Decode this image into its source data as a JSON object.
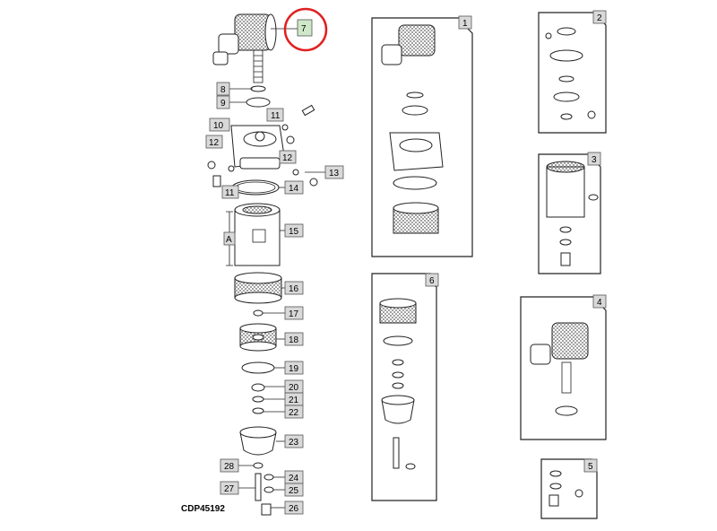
{
  "diagram": {
    "drawing_code": "CDP45192",
    "dimension_label": "A",
    "highlight_color": "#e02020",
    "callout_box_color": "#d9d9d9",
    "highlight_callout_color": "#cfe8c8",
    "callouts": {
      "c1": "1",
      "c2": "2",
      "c3": "3",
      "c4": "4",
      "c5": "5",
      "c6": "6",
      "c7": "7",
      "c8": "8",
      "c9": "9",
      "c10": "10",
      "c11a": "11",
      "c11b": "11",
      "c12a": "12",
      "c12b": "12",
      "c13": "13",
      "c14": "14",
      "c15": "15",
      "c16": "16",
      "c17": "17",
      "c18": "18",
      "c19": "19",
      "c20": "20",
      "c21": "21",
      "c22": "22",
      "c23": "23",
      "c24": "24",
      "c25": "25",
      "c26": "26",
      "c27": "27",
      "c28": "28"
    }
  }
}
